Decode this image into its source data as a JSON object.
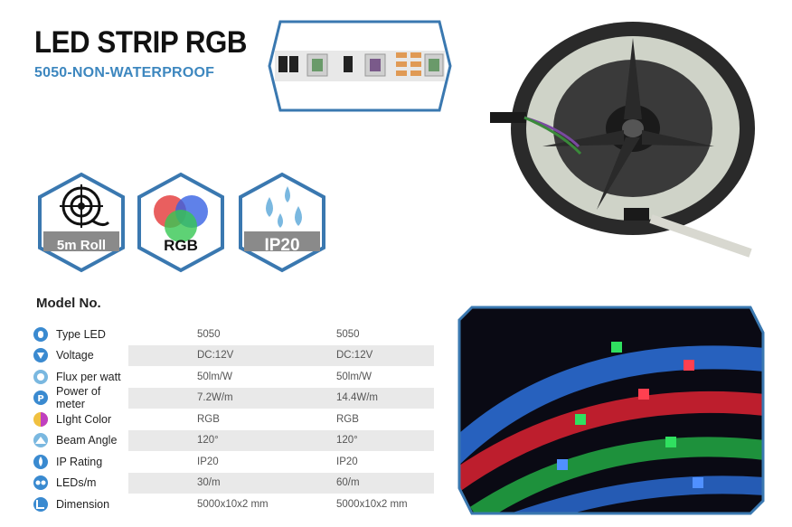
{
  "header": {
    "title": "LED STRIP RGB",
    "subtitle": "5050-NON-WATERPROOF"
  },
  "badges": [
    {
      "label": "5m Roll",
      "icon": "reel-icon"
    },
    {
      "label": "RGB",
      "icon": "rgb-circles-icon"
    },
    {
      "label": "IP20",
      "icon": "water-drops-icon"
    }
  ],
  "colors": {
    "accent_blue": "#3d87bf",
    "badge_border": "#3a78b0",
    "badge_fill": "#8a8a8a",
    "table_shade": "#e9e9e9"
  },
  "specs": {
    "heading": "Model No.",
    "rows": [
      {
        "label": "Type LED",
        "icon": "led-icon",
        "v1": "5050",
        "v2": "5050"
      },
      {
        "label": "Voltage",
        "icon": "voltage-icon",
        "v1": "DC:12V",
        "v2": "DC:12V"
      },
      {
        "label": "Flux per watt",
        "icon": "flux-icon",
        "v1": "50lm/W",
        "v2": "50lm/W"
      },
      {
        "label": "Power of meter",
        "icon": "power-icon",
        "v1": "7.2W/m",
        "v2": "14.4W/m"
      },
      {
        "label": "LIght Color",
        "icon": "color-icon",
        "v1": "RGB",
        "v2": "RGB"
      },
      {
        "label": "Beam Angle",
        "icon": "beam-angle-icon",
        "v1": "120°",
        "v2": "120°"
      },
      {
        "label": "IP Rating",
        "icon": "ip-rating-icon",
        "v1": "IP20",
        "v2": "IP20"
      },
      {
        "label": "LEDs/m",
        "icon": "leds-per-meter-icon",
        "v1": "30/m",
        "v2": "60/m"
      },
      {
        "label": "Dimension",
        "icon": "dimension-icon",
        "v1": "5000x10x2 mm",
        "v2": "5000x10x2 mm"
      }
    ]
  }
}
